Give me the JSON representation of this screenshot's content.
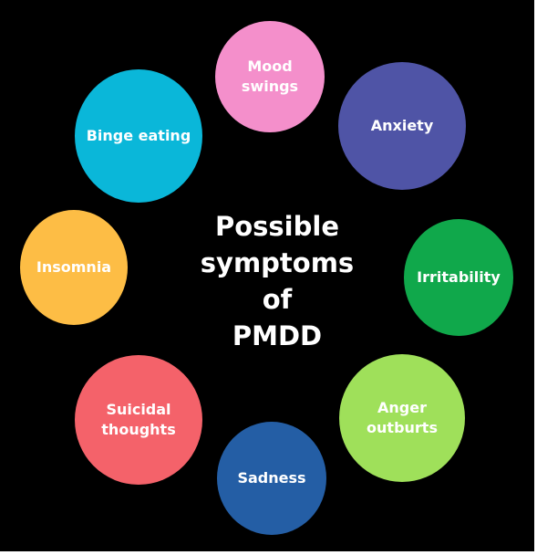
{
  "center": {
    "line1": "Possible",
    "line2": "symptoms of",
    "line3": "PMDD"
  },
  "symptoms": [
    {
      "id": "mood",
      "lines": [
        "Mood",
        "swings"
      ],
      "color": "#f48fcb"
    },
    {
      "id": "anxiety",
      "lines": [
        "Anxiety"
      ],
      "color": "#4f54a6"
    },
    {
      "id": "irritability",
      "lines": [
        "Irritability"
      ],
      "color": "#10a84b"
    },
    {
      "id": "anger",
      "lines": [
        "Anger",
        "outburts"
      ],
      "color": "#9fe05a"
    },
    {
      "id": "sadness",
      "lines": [
        "Sadness"
      ],
      "color": "#245ea5"
    },
    {
      "id": "suicidal",
      "lines": [
        "Suicidal",
        "thoughts"
      ],
      "color": "#f4626a"
    },
    {
      "id": "insomnia",
      "lines": [
        "Insomnia"
      ],
      "color": "#fdbd45"
    },
    {
      "id": "binge",
      "lines": [
        "Binge eating"
      ],
      "color": "#0ab7d9"
    }
  ]
}
